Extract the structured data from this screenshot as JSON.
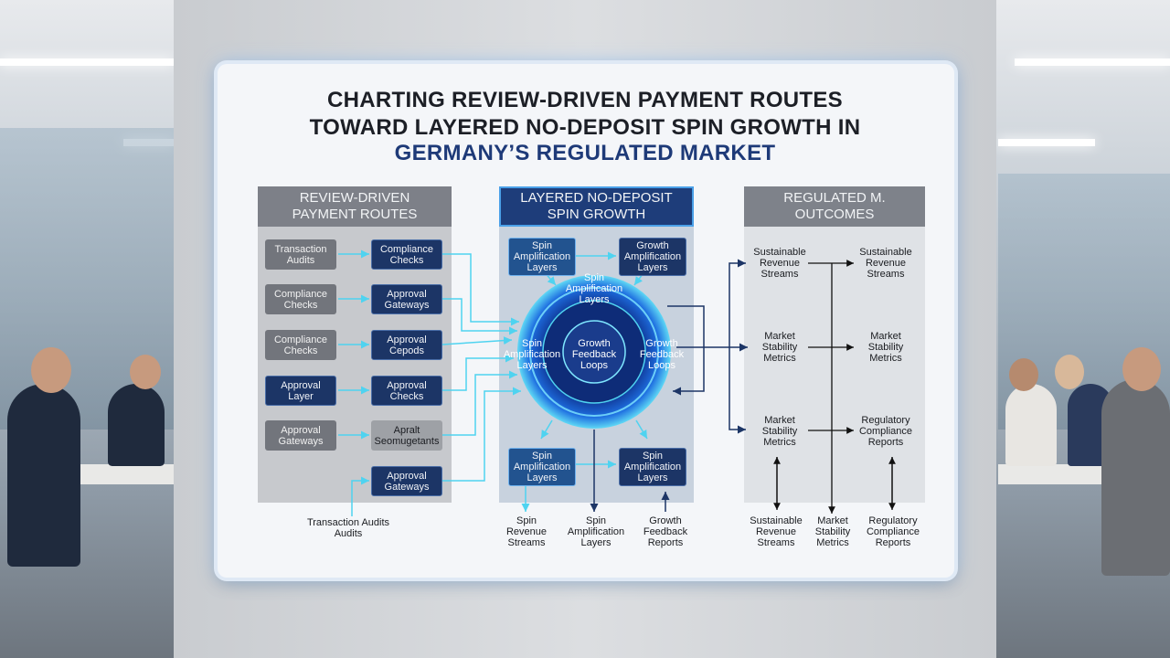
{
  "title": {
    "line1": "CHARTING REVIEW-DRIVEN PAYMENT ROUTES",
    "line2": "TOWARD LAYERED NO-DEPOSIT SPIN GROWTH IN",
    "line3": "GERMANY’S REGULATED MARKET"
  },
  "left_panel": {
    "header_line1": "REVIEW-DRIVEN",
    "header_line2": "PAYMENT ROUTES",
    "col1": [
      {
        "line1": "Transaction",
        "line2": "Audits"
      },
      {
        "line1": "Compliance",
        "line2": "Checks"
      },
      {
        "line1": "Compliance",
        "line2": "Checks"
      },
      {
        "line1": "Approval",
        "line2": "Layer"
      },
      {
        "line1": "Approval",
        "line2": "Gateways"
      }
    ],
    "col2": [
      {
        "line1": "Compliance",
        "line2": "Checks"
      },
      {
        "line1": "Approval",
        "line2": "Gateways"
      },
      {
        "line1": "Approval",
        "line2": "Cepods"
      },
      {
        "line1": "Approval",
        "line2": "Checks"
      },
      {
        "line1": "Apralt",
        "line2": "Seomugetants"
      },
      {
        "line1": "Approval",
        "line2": "Gateways"
      }
    ],
    "footer_line1": "Transaction Audits",
    "footer_line2": "Audits"
  },
  "mid_panel": {
    "header_line1": "LAYERED NO-DEPOSIT",
    "header_line2": "SPIN GROWTH",
    "top_left": {
      "line1": "Spin",
      "line2": "Amplification",
      "line3": "Layers"
    },
    "top_right": {
      "line1": "Growth",
      "line2": "Amplification",
      "line3": "Layers"
    },
    "ring_top": {
      "line1": "Spin",
      "line2": "Amplification",
      "line3": "Layers"
    },
    "ring_left": {
      "line1": "Spin",
      "line2": "Amplification",
      "line3": "Layers"
    },
    "ring_right": {
      "line1": "Growth",
      "line2": "Feedback",
      "line3": "Loops"
    },
    "core": {
      "line1": "Growth",
      "line2": "Feedback",
      "line3": "Loops"
    },
    "bottom_left": {
      "line1": "Spin",
      "line2": "Amplification",
      "line3": "Layers"
    },
    "bottom_right": {
      "line1": "Spin",
      "line2": "Amplification",
      "line3": "Layers"
    },
    "footers": [
      {
        "line1": "Spin",
        "line2": "Revenue",
        "line3": "Streams"
      },
      {
        "line1": "Spin",
        "line2": "Amplification",
        "line3": "Layers"
      },
      {
        "line1": "Growth",
        "line2": "Feedback",
        "line3": "Reports"
      }
    ]
  },
  "right_panel": {
    "header_line1": "REGULATED M.",
    "header_line2": "OUTCOMES",
    "rows": [
      [
        {
          "line1": "Sustainable",
          "line2": "Revenue",
          "line3": "Streams"
        },
        {
          "line1": "Sustainable",
          "line2": "Revenue",
          "line3": "Streams"
        }
      ],
      [
        {
          "line1": "Market",
          "line2": "Stability",
          "line3": "Metrics"
        },
        {
          "line1": "Market",
          "line2": "Stability",
          "line3": "Metrics"
        }
      ],
      [
        {
          "line1": "Market",
          "line2": "Stability",
          "line3": "Metrics"
        },
        {
          "line1": "Regulatory",
          "line2": "Compliance",
          "line3": "Reports"
        }
      ]
    ],
    "footers": [
      {
        "line1": "Sustainable",
        "line2": "Revenue",
        "line3": "Streams"
      },
      {
        "line1": "Market",
        "line2": "Stability",
        "line3": "Metrics"
      },
      {
        "line1": "Regulatory",
        "line2": "Compliance",
        "line3": "Reports"
      }
    ]
  },
  "colors": {
    "navy": "#1c3566",
    "accent_blue": "#1e3a78",
    "cyan": "#4fd3f0",
    "gray_box": "#72757c"
  }
}
